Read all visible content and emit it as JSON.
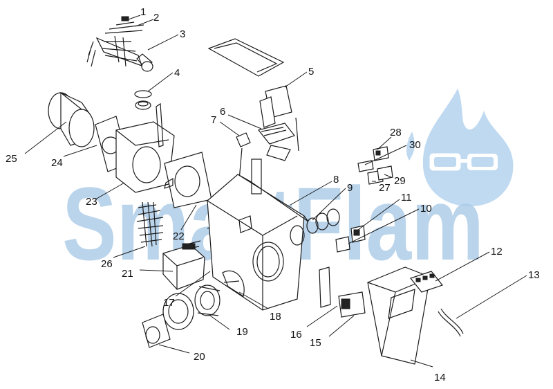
{
  "watermark": {
    "text": "SmartFlam",
    "color": "#a9c9e6",
    "logo_color": "#b5d3ee"
  },
  "callouts": [
    {
      "id": "1",
      "label": "1"
    },
    {
      "id": "2",
      "label": "2"
    },
    {
      "id": "3",
      "label": "3"
    },
    {
      "id": "4",
      "label": "4"
    },
    {
      "id": "5",
      "label": "5"
    },
    {
      "id": "6",
      "label": "6"
    },
    {
      "id": "7",
      "label": "7"
    },
    {
      "id": "8",
      "label": "8"
    },
    {
      "id": "9",
      "label": "9"
    },
    {
      "id": "10",
      "label": "10"
    },
    {
      "id": "11",
      "label": "11"
    },
    {
      "id": "12",
      "label": "12"
    },
    {
      "id": "13",
      "label": "13"
    },
    {
      "id": "14",
      "label": "14"
    },
    {
      "id": "15",
      "label": "15"
    },
    {
      "id": "16",
      "label": "16"
    },
    {
      "id": "17",
      "label": "17"
    },
    {
      "id": "18",
      "label": "18"
    },
    {
      "id": "19",
      "label": "19"
    },
    {
      "id": "20",
      "label": "20"
    },
    {
      "id": "21",
      "label": "21"
    },
    {
      "id": "22",
      "label": "22"
    },
    {
      "id": "23",
      "label": "23"
    },
    {
      "id": "24",
      "label": "24"
    },
    {
      "id": "25",
      "label": "25"
    },
    {
      "id": "26",
      "label": "26"
    },
    {
      "id": "27",
      "label": "27"
    },
    {
      "id": "28",
      "label": "28"
    },
    {
      "id": "29",
      "label": "29"
    },
    {
      "id": "30",
      "label": "30"
    }
  ]
}
